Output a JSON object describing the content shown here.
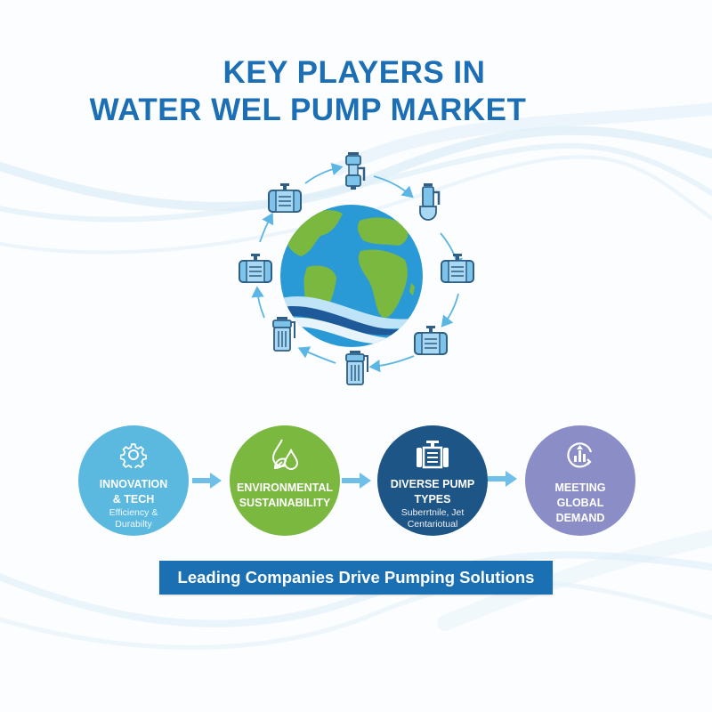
{
  "title": {
    "line1": "KEY PLAYERS IN",
    "line2": "WATER WEL PUMP MARKET",
    "color": "#1c6fb4"
  },
  "hub": {
    "center_icon": "globe-icon",
    "orbit_icons": [
      "inline-pump-icon",
      "vertical-pump-icon",
      "submersible-pump-icon",
      "inline-pump-icon",
      "inline-pump-icon",
      "jet-pump-icon",
      "filter-pump-icon",
      "inline-pump-icon"
    ],
    "orbit_arrow_color": "#5cb6e4"
  },
  "flow": {
    "nodes": [
      {
        "icon": "gear-icon",
        "heading_1": "INNOVATION",
        "heading_2": "& TECH",
        "sub_1": "Efficiency &",
        "sub_2": "Durabilty",
        "color": "#5bb8df"
      },
      {
        "icon": "water-drop-leaf-icon",
        "heading_1": "ENVIRONMENTAL",
        "heading_2": "SUSTAINABILITY",
        "color": "#7ab83f"
      },
      {
        "icon": "pump-icon",
        "heading_1": "DIVERSE PUMP",
        "heading_2": "TYPES",
        "sub_1": "Suberrtnile, Jet",
        "sub_2": "Centariotual",
        "color": "#1e5587"
      },
      {
        "icon": "growth-chart-icon",
        "heading_1": "MEETING",
        "heading_2": "GLOBAL",
        "heading_3": "DEMAND",
        "color": "#8b8ec6"
      }
    ],
    "arrow_color": "#6ec0e8"
  },
  "banner": {
    "text": "Leading Companies Drive Pumping Solutions",
    "color": "#1b6fb3"
  }
}
